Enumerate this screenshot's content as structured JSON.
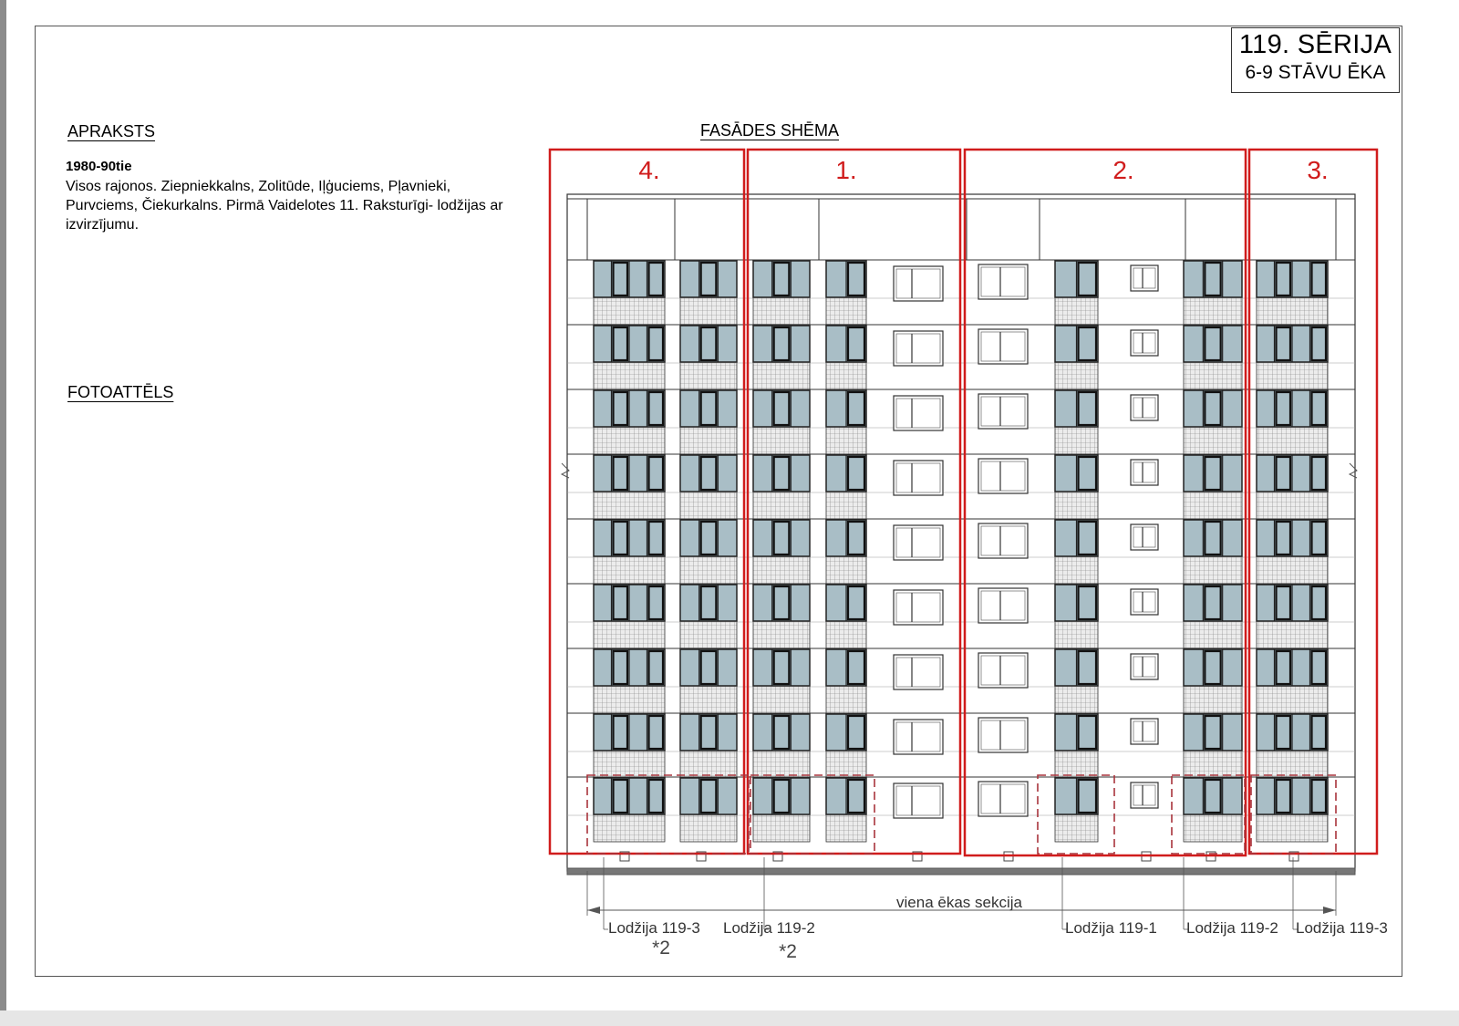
{
  "title": {
    "main": "119. SĒRIJA",
    "sub": "6-9 STĀVU ĒKA"
  },
  "description": {
    "heading": "APRAKSTS",
    "year": "1980-90tie",
    "text": "Visos rajonos. Ziepniekkalns, Zolitūde, Iļģuciems, Pļavnieki, Purvciems, Čiekurkalns. Pirmā Vaidelotes 11. Raksturīgi- lodžijas ar izvirzījumu."
  },
  "photo": {
    "heading": "FOTOATTĒLS"
  },
  "facade": {
    "heading": "FASĀDES SHĒMA",
    "sections": [
      "4.",
      "1.",
      "2.",
      "3."
    ],
    "section_label": "viena ēkas sekcija",
    "loggias": [
      "Lodžija 119-3",
      "Lodžija 119-2",
      "Lodžija 119-1",
      "Lodžija 119-2",
      "Lodžija 119-3"
    ],
    "notes": [
      "*2",
      "*2"
    ],
    "colors": {
      "highlight": "#d01c1c",
      "glass": "#a9bec6",
      "line": "#333333"
    }
  }
}
